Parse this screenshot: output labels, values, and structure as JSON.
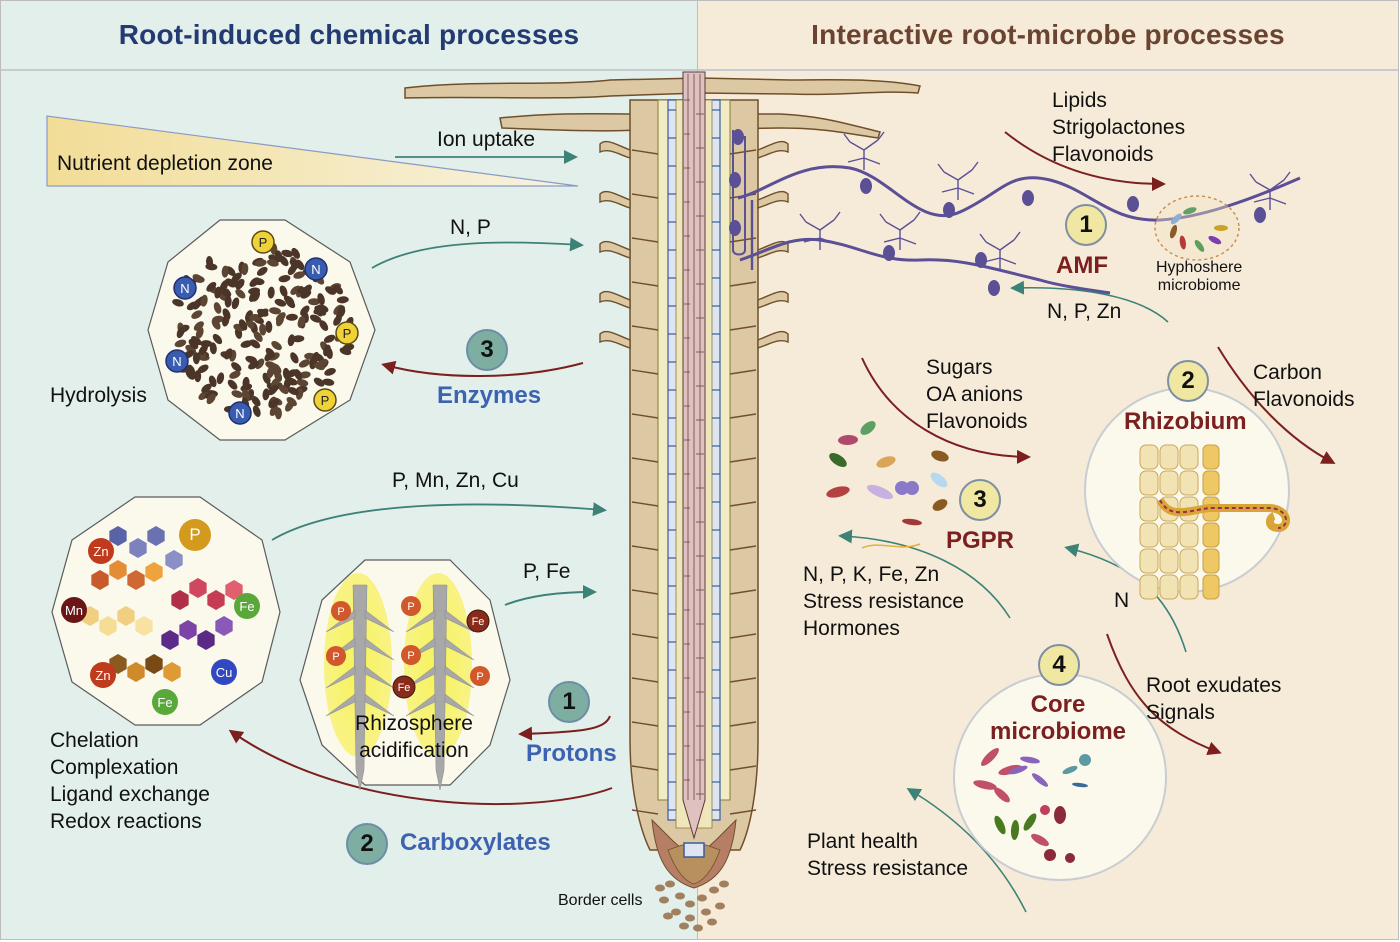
{
  "panels": {
    "left": {
      "title": "Root-induced chemical processes",
      "background": "#e2efea",
      "title_color": "#243a72"
    },
    "right": {
      "title": "Interactive root-microbe processes",
      "background": "#f6ebd9",
      "title_color": "#6b4331"
    }
  },
  "colors": {
    "uptake_arrow": "#3d8277",
    "exudate_arrow": "#7b1f1f",
    "process_label_blue": "#3d62b0",
    "microbe_label_red": "#7b1f1f",
    "hyphae": "#5b4f96"
  },
  "left": {
    "depletion_zone_label": "Nutrient depletion zone",
    "ion_uptake_label": "Ion uptake",
    "np_label": "N, P",
    "hydrolysis_label": "Hydrolysis",
    "enzymes": {
      "number": "3",
      "label": "Enzymes"
    },
    "chelation_uptake_label": "P, Mn, Zn, Cu",
    "acidification_uptake_label": "P, Fe",
    "chelation_processes": [
      "Chelation",
      "Complexation",
      "Ligand exchange",
      "Redox reactions"
    ],
    "acidification_label": [
      "Rhizosphere",
      "acidification"
    ],
    "protons": {
      "number": "1",
      "label": "Protons"
    },
    "carboxylates": {
      "number": "2",
      "label": "Carboxylates"
    },
    "border_cells_label": "Border cells",
    "organic_matter_nutrients": [
      "P",
      "N",
      "N",
      "P",
      "N",
      "P",
      "N"
    ],
    "chelate_nutrients": [
      "Zn",
      "P",
      "Mn",
      "Fe",
      "Zn",
      "Cu",
      "Fe"
    ],
    "acidification_nutrients": [
      "P",
      "P",
      "Fe",
      "P",
      "P",
      "Fe",
      "P"
    ]
  },
  "right": {
    "amf": {
      "number": "1",
      "label": "AMF",
      "exudates": [
        "Lipids",
        "Strigolactones",
        "Flavonoids"
      ],
      "return": "N, P, Zn",
      "hyphosphere_label": [
        "Hyphoshere",
        "microbiome"
      ]
    },
    "rhizobium": {
      "number": "2",
      "label": "Rhizobium",
      "exudates": [
        "Carbon",
        "Flavonoids"
      ],
      "return": "N"
    },
    "pgpr": {
      "number": "3",
      "label": "PGPR",
      "exudates": [
        "Sugars",
        "OA anions",
        "Flavonoids"
      ],
      "return": [
        "N, P, K, Fe, Zn",
        "Stress resistance",
        "Hormones"
      ]
    },
    "core": {
      "number": "4",
      "label": [
        "Core",
        "microbiome"
      ],
      "exudates": [
        "Root exudates",
        "Signals"
      ],
      "return": [
        "Plant health",
        "Stress resistance"
      ]
    }
  }
}
